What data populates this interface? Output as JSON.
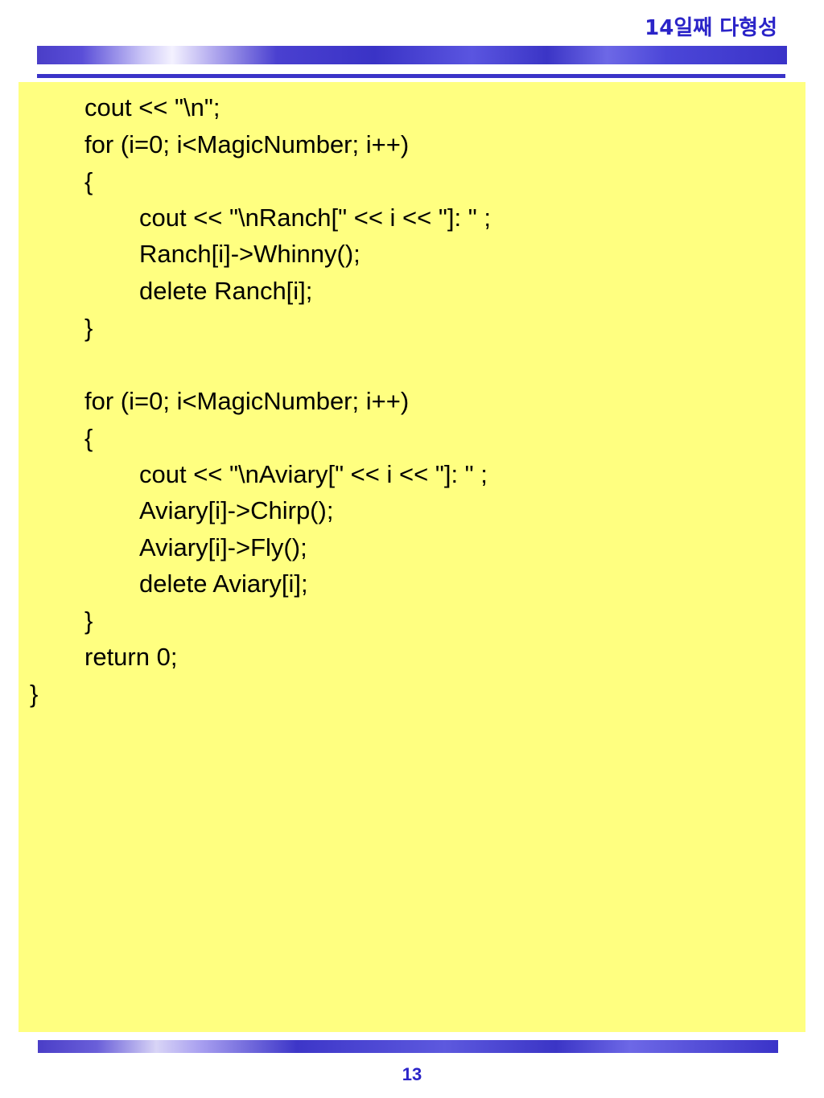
{
  "header": {
    "title": "14일째 다형성"
  },
  "code": {
    "lines": [
      {
        "indent": 1,
        "text": "cout << \"\\n\";"
      },
      {
        "indent": 1,
        "text": "for (i=0; i<MagicNumber; i++)"
      },
      {
        "indent": 1,
        "text": "{"
      },
      {
        "indent": 2,
        "text": "cout << \"\\nRanch[\" << i << \"]: \" ;"
      },
      {
        "indent": 2,
        "text": "Ranch[i]->Whinny();"
      },
      {
        "indent": 2,
        "text": "delete Ranch[i];"
      },
      {
        "indent": 1,
        "text": "}"
      },
      {
        "indent": 1,
        "text": ""
      },
      {
        "indent": 1,
        "text": "for (i=0; i<MagicNumber; i++)"
      },
      {
        "indent": 1,
        "text": "{"
      },
      {
        "indent": 2,
        "text": "cout << \"\\nAviary[\" << i << \"]: \" ;"
      },
      {
        "indent": 2,
        "text": "Aviary[i]->Chirp();"
      },
      {
        "indent": 2,
        "text": "Aviary[i]->Fly();"
      },
      {
        "indent": 2,
        "text": "delete Aviary[i];"
      },
      {
        "indent": 1,
        "text": "}"
      },
      {
        "indent": 1,
        "text": "return 0;"
      },
      {
        "indent": 0,
        "text": "}"
      }
    ]
  },
  "footer": {
    "page_number": "13"
  },
  "colors": {
    "accent": "#2b24c8",
    "code_background": "#ffff80"
  }
}
